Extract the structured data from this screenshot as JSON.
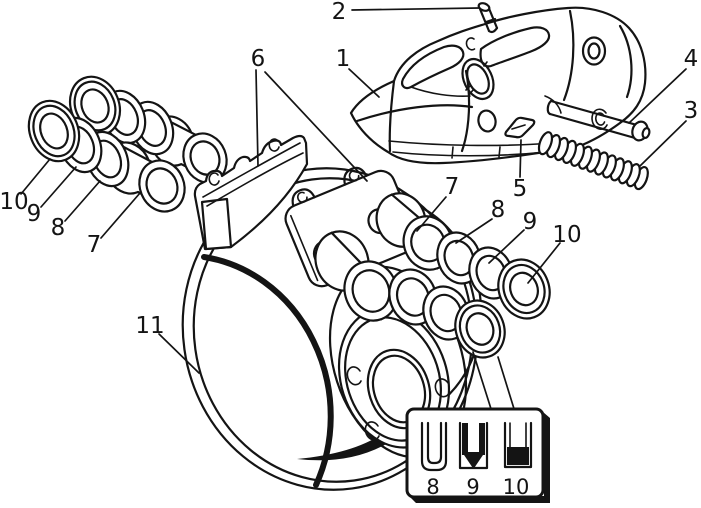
{
  "figure": {
    "type": "exploded-parts-diagram",
    "subject": "Disc brake assembly exploded view",
    "background_color": "#ffffff",
    "line_color": "#141414",
    "callouts": [
      {
        "label": "1",
        "part": "caliper-body"
      },
      {
        "label": "2",
        "part": "bleeder-screw"
      },
      {
        "label": "3",
        "part": "threaded-spring-pin"
      },
      {
        "label": "4",
        "part": "guide-pin"
      },
      {
        "label": "5",
        "part": "pad-retaining-clip"
      },
      {
        "label": "6",
        "part": "brake-pads"
      },
      {
        "label": "7",
        "part": "piston-left-group"
      },
      {
        "label": "8",
        "part": "piston-seal-left-group"
      },
      {
        "label": "9",
        "part": "seal-ring-left-group"
      },
      {
        "label": "10",
        "part": "dust-boot-left-group"
      },
      {
        "label": "7",
        "part": "piston-right-group"
      },
      {
        "label": "8",
        "part": "piston-seal-right-group"
      },
      {
        "label": "9",
        "part": "seal-ring-right-group"
      },
      {
        "label": "10",
        "part": "dust-boot-right-group"
      },
      {
        "label": "11",
        "part": "brake-disc-rotor"
      }
    ],
    "inset": {
      "items": [
        {
          "label": "8",
          "profile": "open U-channel cross-section"
        },
        {
          "label": "9",
          "profile": "U cross-section with filled V base"
        },
        {
          "label": "10",
          "profile": "U cross-section with solid filled base"
        }
      ]
    }
  }
}
